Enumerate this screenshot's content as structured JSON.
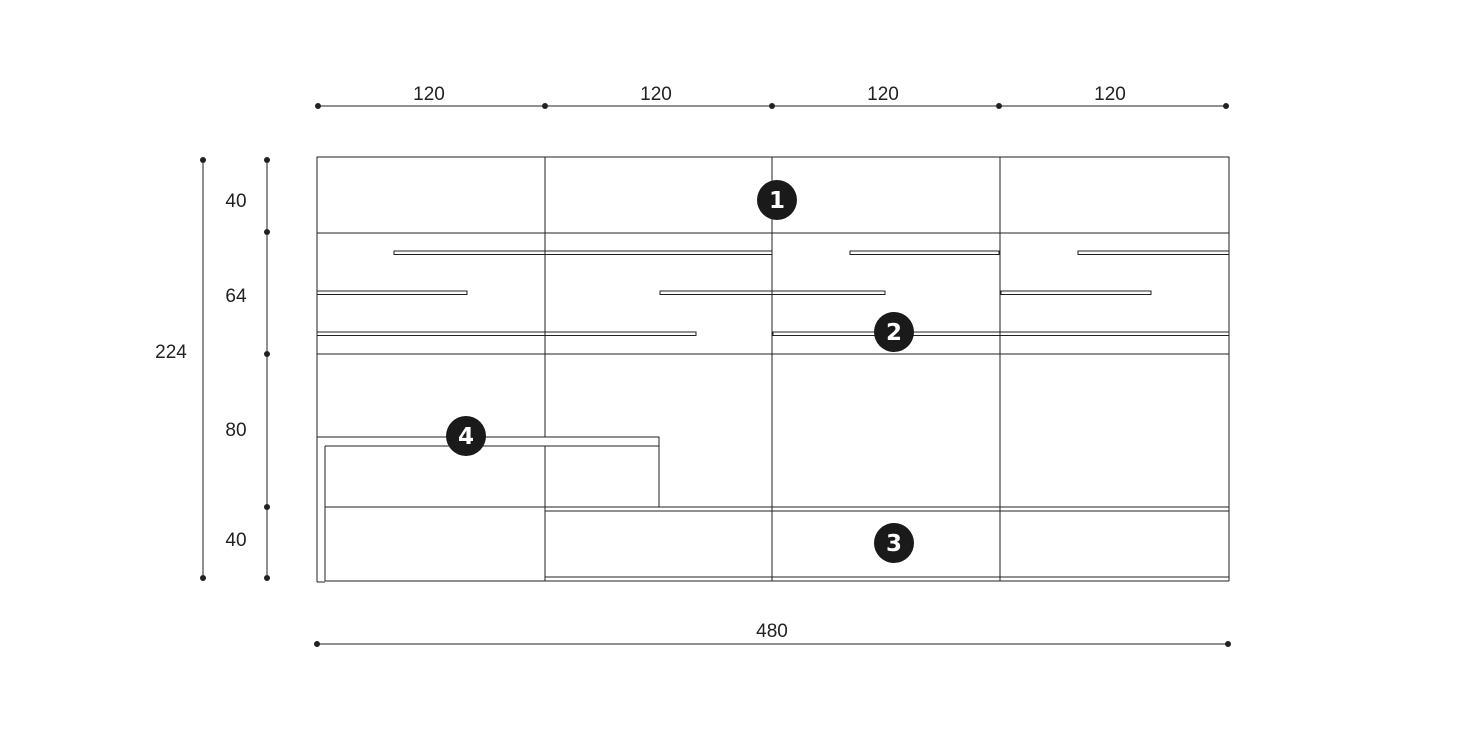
{
  "colors": {
    "line": "#222222",
    "badge_fill": "#1a1a1a",
    "badge_text": "#ffffff",
    "background": "#ffffff"
  },
  "dimensions": {
    "top": [
      "120",
      "120",
      "120",
      "120"
    ],
    "total_height": "224",
    "left_segments": [
      "40",
      "64",
      "80",
      "40"
    ],
    "total_width": "480"
  },
  "callouts": [
    "1",
    "2",
    "3",
    "4"
  ]
}
